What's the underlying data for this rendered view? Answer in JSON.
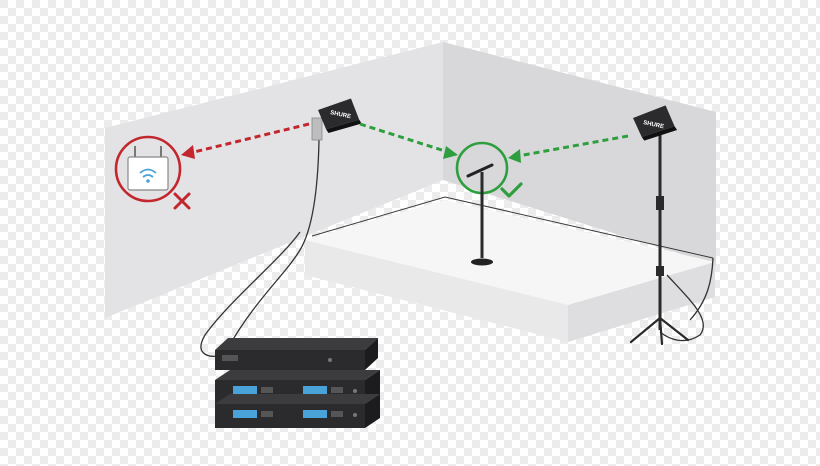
{
  "brand": {
    "logo_text": "SHURE"
  },
  "colors": {
    "background_checker_a": "#ffffff",
    "background_checker_b": "#ececec",
    "wall_back": "#e3e3e5",
    "wall_side": "#d8d8da",
    "stage_top": "#f6f6f6",
    "stage_front": "#e9e9ea",
    "stage_side": "#dedee0",
    "blocked_signal": "#c1272d",
    "good_signal": "#2e9e3e",
    "hardware_dark": "#2b2b2d",
    "display_blue": "#4aa3d8"
  },
  "icons": {
    "wifi_router": "wifi-router-icon",
    "blocked_mark": "x-mark-icon",
    "ok_mark": "checkmark-icon"
  },
  "rack": {
    "receiver_units": 2,
    "modules_per_unit": 2
  }
}
